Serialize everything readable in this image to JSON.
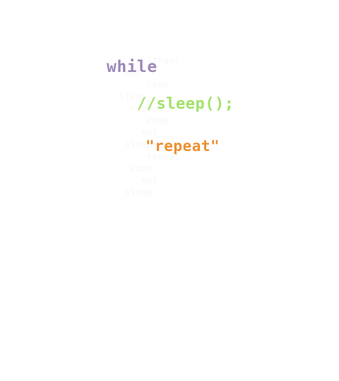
{
  "design": {
    "keyword": "while",
    "comment": "//sleep();",
    "string": "\"repeat\"",
    "colors": {
      "keyword": "#9c89b8",
      "comment": "#a2e26b",
      "string": "#ec9030",
      "background": "#ffffff"
    }
  }
}
